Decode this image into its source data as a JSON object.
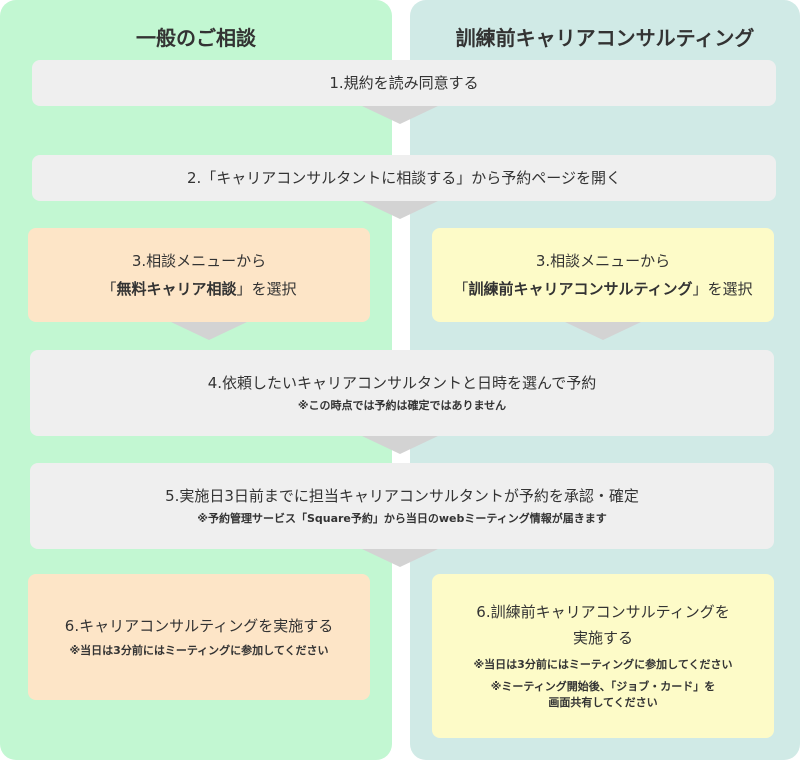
{
  "columns": {
    "left_title": "一般のご相談",
    "right_title": "訓練前キャリアコンサルティング"
  },
  "steps": {
    "step1": "1.規約を読み同意する",
    "step2": "2.「キャリアコンサルタントに相談する」から予約ページを開く",
    "step3_left": {
      "line1": "3.相談メニューから",
      "open_bracket": "「",
      "bold": "無料キャリア相談",
      "close": "」を選択"
    },
    "step3_right": {
      "line1": "3.相談メニューから",
      "open_bracket": "「",
      "bold": "訓練前キャリアコンサルティング",
      "close": "」を選択"
    },
    "step4": {
      "text": "4.依頼したいキャリアコンサルタントと日時を選んで予約",
      "note": "※この時点では予約は確定ではありません"
    },
    "step5": {
      "text": "5.実施日3日前までに担当キャリアコンサルタントが予約を承認・確定",
      "note": "※予約管理サービス「Square予約」から当日のwebミーティング情報が届きます"
    },
    "step6_left": {
      "text": "6.キャリアコンサルティングを実施する",
      "note": "※当日は3分前にはミーティングに参加してください"
    },
    "step6_right": {
      "line1": "6.訓練前キャリアコンサルティングを",
      "line2": "実施する",
      "note1": "※当日は3分前にはミーティングに参加してください",
      "note2_line1": "※ミーティング開始後、「ジョブ・カード」を",
      "note2_line2": "画面共有してください"
    }
  },
  "colors": {
    "left_column": "#c2f7d2",
    "right_column": "#d0eae6",
    "gray_box": "#efefef",
    "orange_box": "#fde5c7",
    "yellow_box": "#fdfbc8",
    "arrow": "#d3d3d3"
  }
}
